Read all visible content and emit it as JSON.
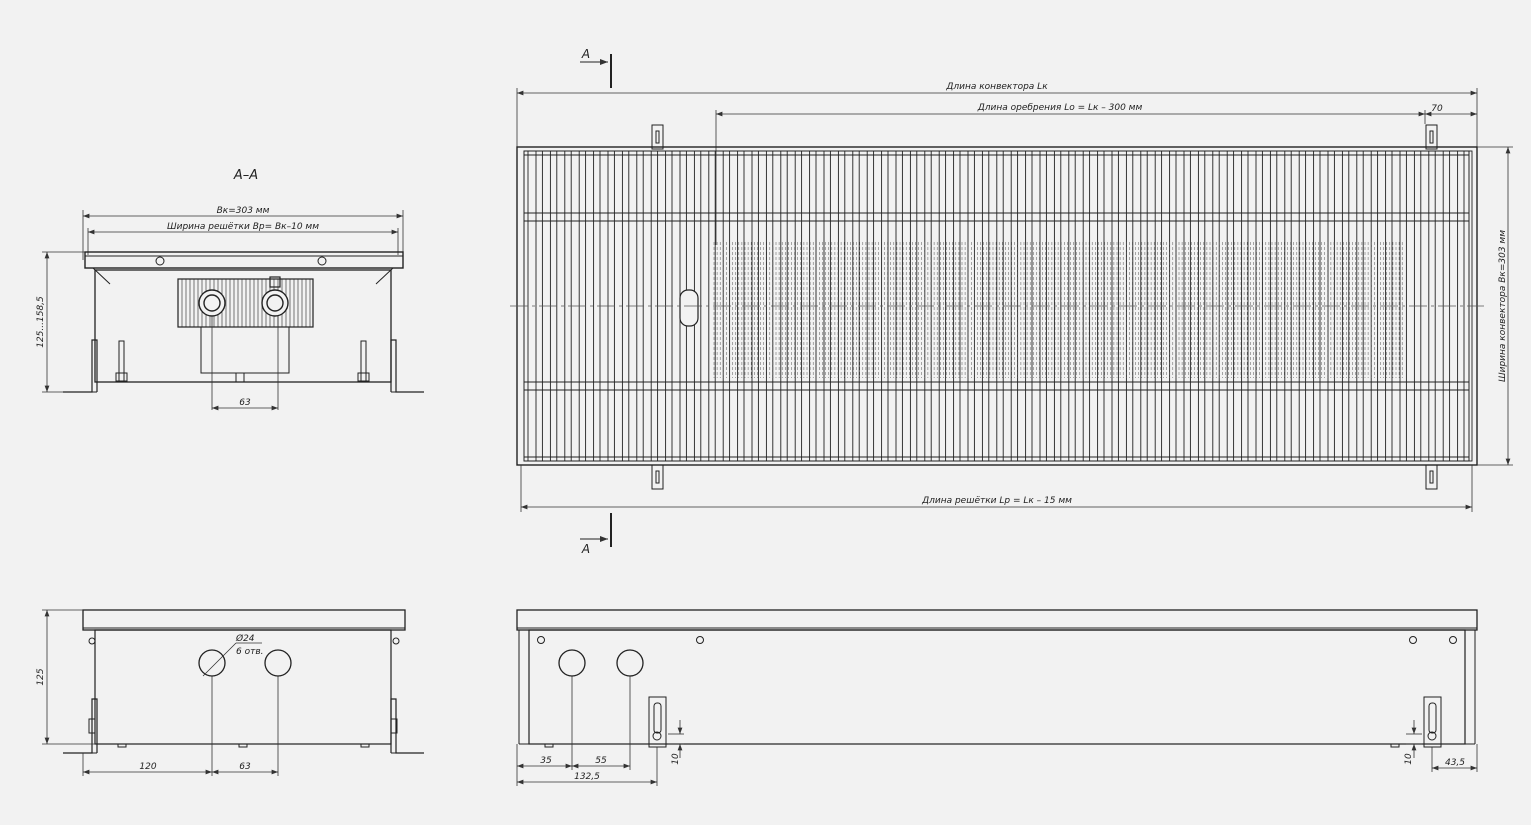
{
  "section": {
    "title": "A–A",
    "marker": "A",
    "width_label": "Bк=303 мм",
    "grille_width_label": "Ширина решётки Bр= Bк–10 мм",
    "height_label": "125...158,5",
    "pipe_spacing": "63"
  },
  "plan": {
    "length_label": "Длина конвектора Lк",
    "fin_length_label": "Длина оребрения Lо = Lк – 300 мм",
    "end_offset": "70",
    "width_label": "Ширина конвектора Bк=303 мм",
    "grille_length_label": "Длина решётки Lр = Lк – 15 мм"
  },
  "end_view": {
    "height": "125",
    "hole_label": "Ø24",
    "hole_count": "6 отв.",
    "offset": "120",
    "spacing": "63"
  },
  "side_view": {
    "dim_35": "35",
    "dim_55": "55",
    "dim_132": "132,5",
    "dim_10_left": "10",
    "dim_10_right": "10",
    "dim_43": "43,5"
  }
}
